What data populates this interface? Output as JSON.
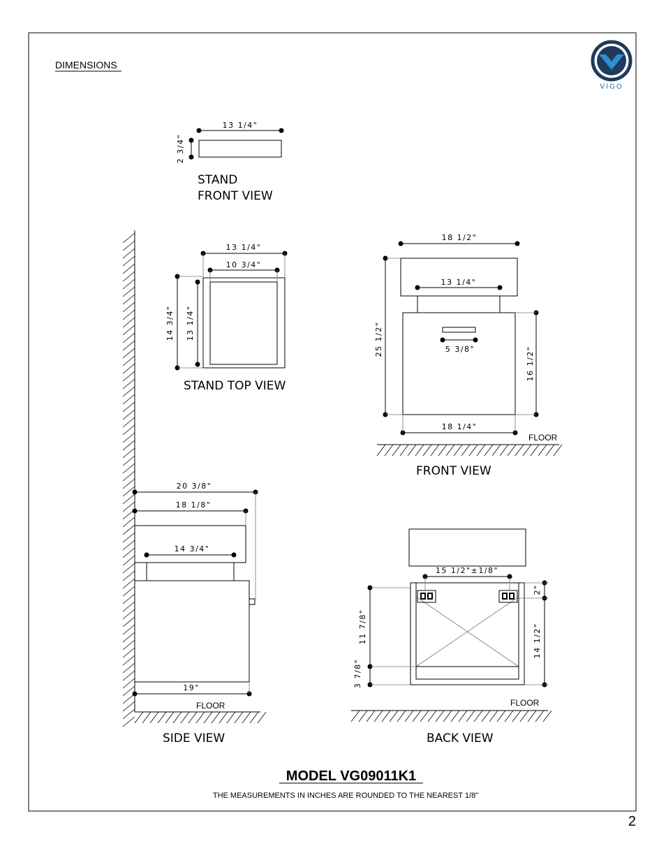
{
  "header": {
    "section_title": "DIMENSIONS",
    "brand_name": "VIGO",
    "brand_color": "#1f3a5a",
    "brand_accent": "#2f8fd0"
  },
  "stand_front": {
    "width": "13 1/4\"",
    "height": "2 3/4\"",
    "label_line1": "STAND",
    "label_line2": "FRONT VIEW"
  },
  "stand_top": {
    "outer_width": "13 1/4\"",
    "inner_width": "10 3/4\"",
    "outer_depth": "14 3/4\"",
    "inner_depth": "13 1/4\"",
    "label": "STAND TOP VIEW"
  },
  "front_view": {
    "top_width": "18 1/2\"",
    "sink_width": "13 1/4\"",
    "total_height": "25 1/2\"",
    "handle_width": "5 3/8\"",
    "cabinet_height": "16 1/2\"",
    "base_width": "18 1/4\"",
    "floor": "FLOOR",
    "label": "FRONT VIEW"
  },
  "side_view": {
    "total_depth": "20 3/8\"",
    "top_depth": "18 1/8\"",
    "sink_depth": "14 3/4\"",
    "cabinet_depth": "19\"",
    "floor": "FLOOR",
    "label": "SIDE VIEW"
  },
  "back_view": {
    "bracket_spacing": "15 1/2\"±1/8\"",
    "bracket_height": "2\"",
    "mount_height": "11 7/8\"",
    "bottom_offset": "3 7/8\"",
    "cabinet_height": "14 1/2\"",
    "floor": "FLOOR",
    "label": "BACK VIEW"
  },
  "footer": {
    "model": "MODEL VG09011K1",
    "note": "THE MEASUREMENTS IN INCHES ARE ROUNDED TO THE NEAREST 1/8\"",
    "page_number": "2"
  }
}
